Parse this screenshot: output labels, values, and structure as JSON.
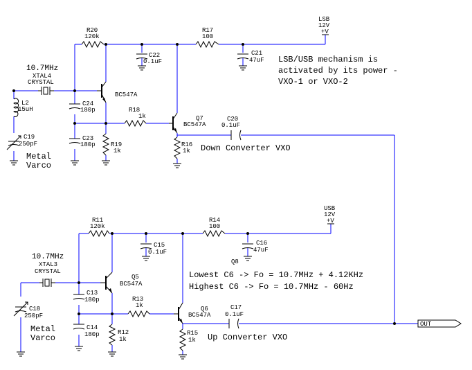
{
  "top": {
    "freq": "10.7MHz",
    "xtal_name": "XTAL4",
    "xtal_type": "CRYSTAL",
    "L2_name": "L2",
    "L2_val": "15uH",
    "C19_name": "C19",
    "C19_val": "250pF",
    "varco1": "Metal",
    "varco2": "Varco",
    "R20_name": "R20",
    "R20_val": "120k",
    "Q_base_label": "BC547A",
    "C24_name": "C24",
    "C24_val": "180p",
    "C23_name": "C23",
    "C23_val": "180p",
    "R19_name": "R19",
    "R19_val": "1k",
    "C22_name": "C22",
    "C22_val": "0.1uF",
    "R18_name": "R18",
    "R18_val": "1k",
    "Q7_name": "Q7",
    "Q7_val": "BC547A",
    "R16_name": "R16",
    "R16_val": "1k",
    "R17_name": "R17",
    "R17_val": "100",
    "C21_name": "C21",
    "C21_val": "47uF",
    "C20_name": "C20",
    "C20_val": "0.1uF",
    "supply1": "LSB",
    "supply2": "12V",
    "supply3": "+V",
    "caption": "Down Converter VXO"
  },
  "note_lines": [
    "LSB/USB mechanism is",
    "activated by its power -",
    "VXO-1 or VXO-2"
  ],
  "bottom": {
    "freq": "10.7MHz",
    "xtal_name": "XTAL3",
    "xtal_type": "CRYSTAL",
    "C18_name": "C18",
    "C18_val": "250pF",
    "varco1": "Metal",
    "varco2": "Varco",
    "R11_name": "R11",
    "R11_val": "120k",
    "Q5_name": "Q5",
    "Q5_val": "BC547A",
    "C13_name": "C13",
    "C13_val": "180p",
    "C14_name": "C14",
    "C14_val": "180p",
    "R12_name": "R12",
    "R12_val": "1k",
    "C15_name": "C15",
    "C15_val": "0.1uF",
    "R13_name": "R13",
    "R13_val": "1k",
    "Q6_name": "Q6",
    "Q6_val": "BC547A",
    "R15_name": "R15",
    "R15_val": "1k",
    "R14_name": "R14",
    "R14_val": "100",
    "C16_name": "C16",
    "C16_val": "47uF",
    "Q8_name": "Q8",
    "C17_name": "C17",
    "C17_val": "0.1uF",
    "supply1": "USB",
    "supply2": "12V",
    "supply3": "+V",
    "caption": "Up Converter VXO",
    "note_low": "Lowest C6 -> Fo = 10.7MHz + 4.12KHz",
    "note_high": "Highest C6 -> Fo = 10.7MHz - 60Hz"
  },
  "out_label": "OUT"
}
